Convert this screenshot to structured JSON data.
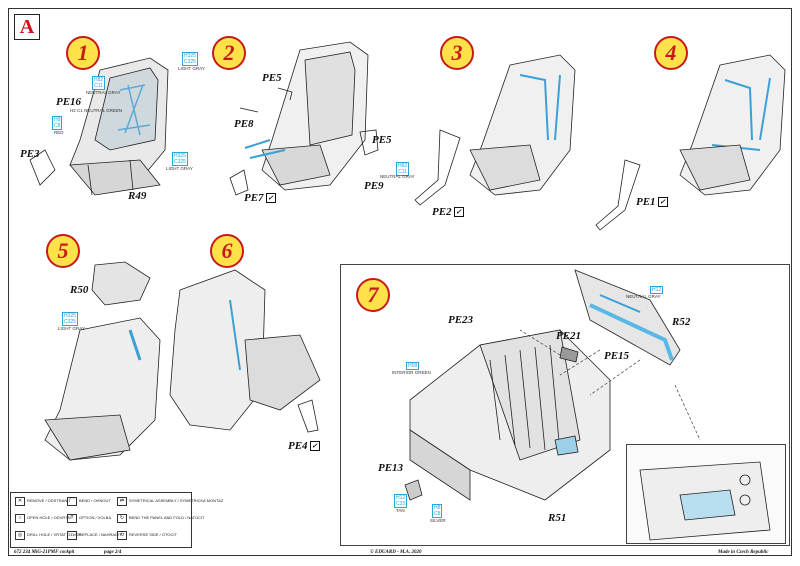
{
  "section": "A",
  "steps": [
    "1",
    "2",
    "3",
    "4",
    "5",
    "6",
    "7"
  ],
  "parts": {
    "pe16": "PE16",
    "pe3": "PE3",
    "r49": "R49",
    "pe5a": "PE5",
    "pe8": "PE8",
    "pe5b": "PE5",
    "pe9": "PE9",
    "pe7": "PE7",
    "pe2": "PE2",
    "pe1": "PE1",
    "r50": "R50",
    "pe4": "PE4",
    "pe23": "PE23",
    "pe21": "PE21",
    "pe15": "PE15",
    "r52": "R52",
    "pe13": "PE13",
    "r51": "R51"
  },
  "colors": {
    "c1": {
      "code1": "H82",
      "code2": "C11",
      "name": "NEUTRAL GRAY"
    },
    "c2": {
      "code1": "H8",
      "code2": "C8",
      "name": "RED"
    },
    "c3": {
      "code1": "H325",
      "code2": "C325",
      "name": "LIGHT GRAY"
    },
    "c4": {
      "code1": "H325",
      "code2": "C325",
      "name": "LIGHT GRAY"
    },
    "c5": {
      "code1": "H82",
      "code2": "C11",
      "name": "NEUTRAL GRAY"
    },
    "c6": {
      "code1": "H325",
      "code2": "C325",
      "name": "LIGHT GRAY"
    },
    "c7": {
      "code1": "H12",
      "code2": "C12",
      "name": "NEUTRAL GRAY"
    },
    "c8": {
      "code1": "H58",
      "code2": "",
      "name": "INTERIOR GREEN"
    },
    "c9": {
      "code1": "H2",
      "code2": "C1",
      "name": "NEUTRAL GREEN"
    },
    "c10": {
      "code1": "H12",
      "code2": "C33",
      "name": "TAN"
    },
    "c11": {
      "code1": "H8",
      "code2": "C8",
      "name": "SILVER"
    }
  },
  "legend": [
    "REMOVE / ODSTRANIT",
    "BEND / OHNOUT",
    "SYMETRICAL ASSEMBLY / SYMETRICKA MONTAZ",
    "OPEN HOLE / ODVRTAT",
    "OPTION / VOLBA",
    "BEND THE PANEL AND FOLD / NATOCIT",
    "DRILL HOLE / VRTAT OTVOR",
    "REPLACE / NAHRADIT",
    "REVERSE SIDE / OTOCIT"
  ],
  "footer": {
    "left": "672 234   MiG-21PMF cockpit",
    "page": "page 2/4",
    "center": "© EDUARD - M.A. 2020",
    "right": "Made in Czech Republic"
  }
}
